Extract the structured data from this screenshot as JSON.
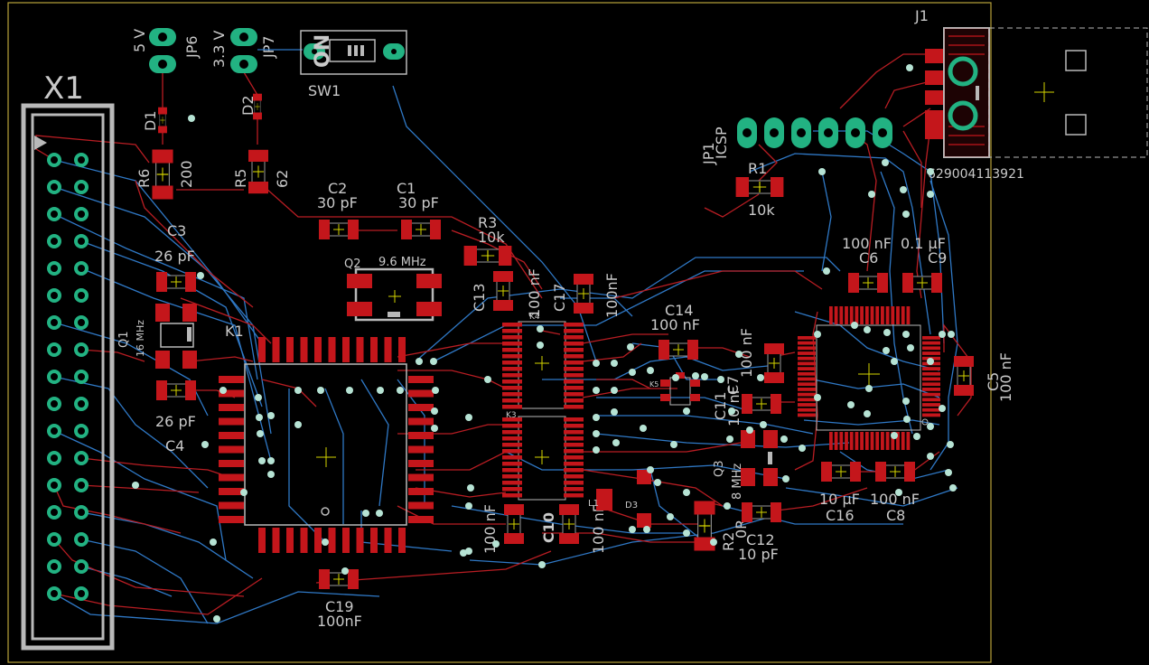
{
  "board": {
    "colors": {
      "background": "#000000",
      "board_outline": "#b8a23a",
      "top_copper": "#c4161b",
      "bottom_copper": "#2f78c5",
      "pad": "#22b282",
      "via": "#b6e3d4",
      "silkscreen": "#c9c9c9",
      "origin_cross": "#d4d400"
    }
  },
  "labels": {
    "x1": "X1",
    "jp6_ref": "JP6",
    "jp6_val": "5 V",
    "jp7_ref": "JP7",
    "jp7_val": "3.3 V",
    "sw1_ref": "SW1",
    "sw1_val": "ON",
    "d1": "D1",
    "d2": "D2",
    "r6_ref": "R6",
    "r6_val": "200",
    "r5_ref": "R5",
    "r5_val": "62",
    "c2_ref": "C2",
    "c2_val": "30 pF",
    "c1_ref": "C1",
    "c1_val": "30 pF",
    "c3_ref": "C3",
    "c3_val": "26 pF",
    "c4_ref": "C4",
    "c4_val": "26 pF",
    "r3_ref": "R3",
    "r3_val": "10k",
    "q2_ref": "Q2",
    "q2_val": "9.6 MHz",
    "q1_ref": "Q1",
    "q1_val": "16 MHz",
    "k1": "K1",
    "k4": "K4",
    "k3": "K3",
    "k5": "K5",
    "c13_ref": "C13",
    "c13_val": "100 nF",
    "c17_ref": "C17",
    "c17_val": "100nF",
    "c14_ref": "C14",
    "c14_val": "100 nF",
    "c7_ref": "C7",
    "c7_val": "100 nF",
    "c11_ref": "C11",
    "c11_val": "10 nF",
    "jp1_ref": "JP1",
    "jp1_val": "ICSP",
    "r1_ref": "R1",
    "r1_val": "10k",
    "j1_ref": "J1",
    "j1_val": "629004113921",
    "c6_ref": "C6",
    "c6_val": "100 nF",
    "c9_ref": "C9",
    "c9_val": "0.1 µF",
    "c5_ref": "C5",
    "c5_val": "100 nF",
    "q3_ref": "Q3",
    "q3_val": "8 MHz",
    "c10a_ref": "C10",
    "c10a_val": "100 nF",
    "c10a_val2": "100 nF",
    "d3": "D3",
    "l1": "L1",
    "r2_ref": "R2",
    "r2_val": "0R",
    "c12_ref": "C12",
    "c12_val": "10 pF",
    "c16_ref": "C16",
    "c16_val": "10 µF",
    "c8_ref": "C8",
    "c8_val": "100 nF",
    "c19_ref": "C19",
    "c19_val": "100nF"
  }
}
